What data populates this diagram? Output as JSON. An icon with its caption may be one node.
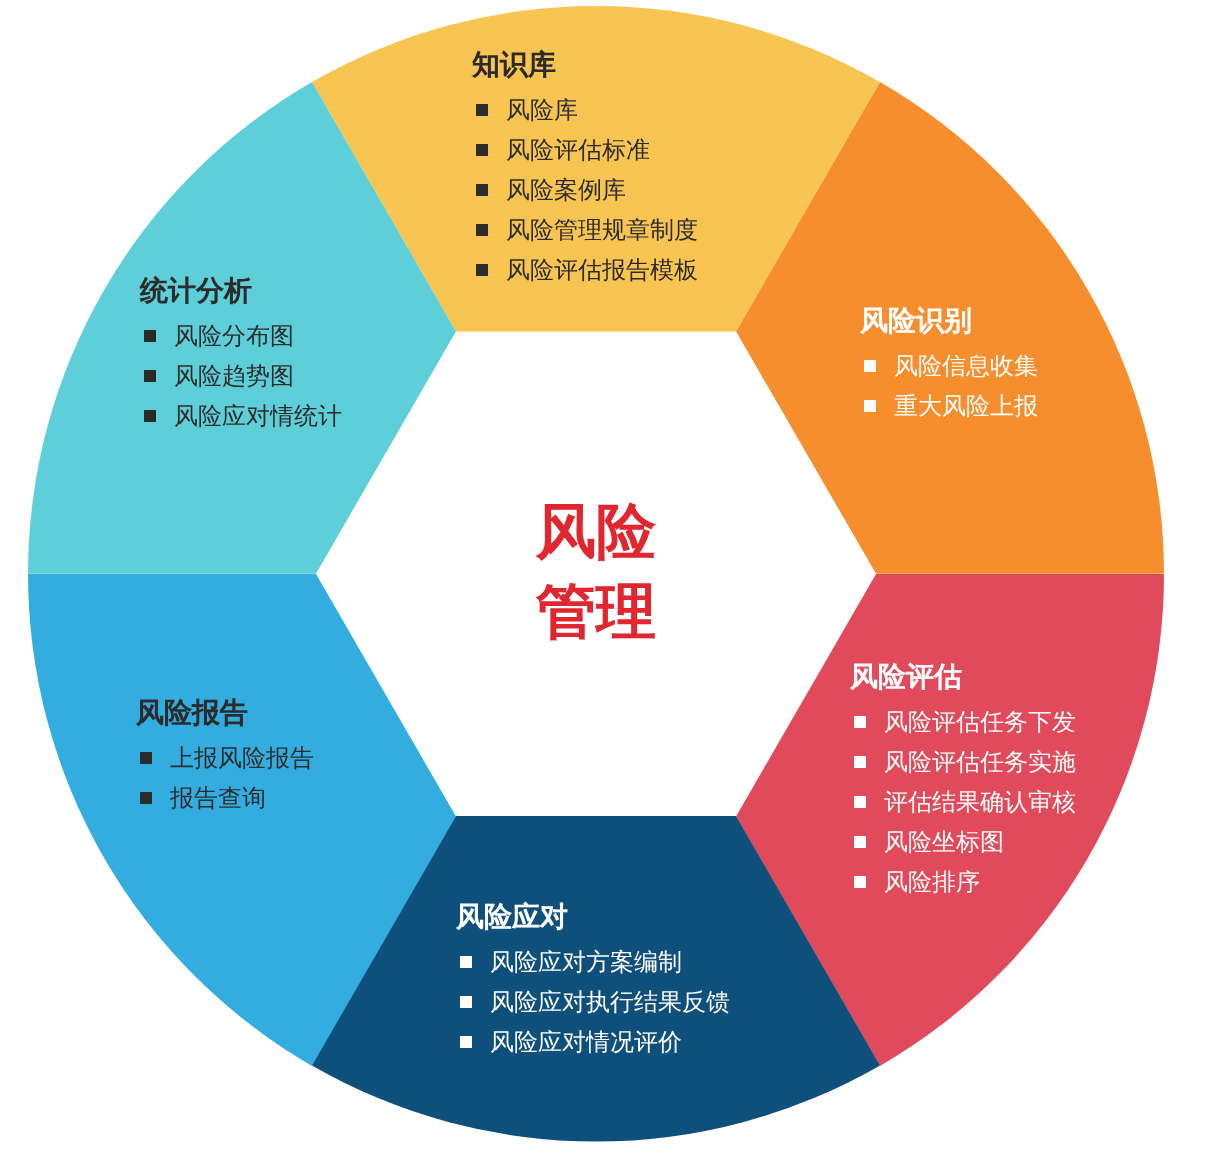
{
  "diagram": {
    "nodes": [
      {
        "text": [
          "知识库",
          "风险库",
          "风险评估标准",
          "风险案例库",
          "风险管理规章制度",
          "风险评估报告模板"
        ]
      },
      {
        "text": [
          "统计分析",
          "风险分布图",
          "风险趋势图",
          "风险应对情统计"
        ]
      },
      {
        "text": [
          "风险识别",
          "风险信息收集",
          "重大风险上报"
        ]
      },
      {
        "text": [
          "风险管理"
        ]
      },
      {
        "text": [
          "风险评估",
          "风险评估任务下发",
          "风险评估任务实施",
          "评估结果确认审核",
          "风险坐标图",
          "风险排序"
        ]
      },
      {
        "text": [
          "风险报告",
          "上报风险报告",
          "报告查询"
        ]
      },
      {
        "text": [
          "风险应对",
          "风险应对方案编制",
          "风险应对执行结果反馈",
          "风险应对情况评价"
        ]
      }
    ]
  }
}
